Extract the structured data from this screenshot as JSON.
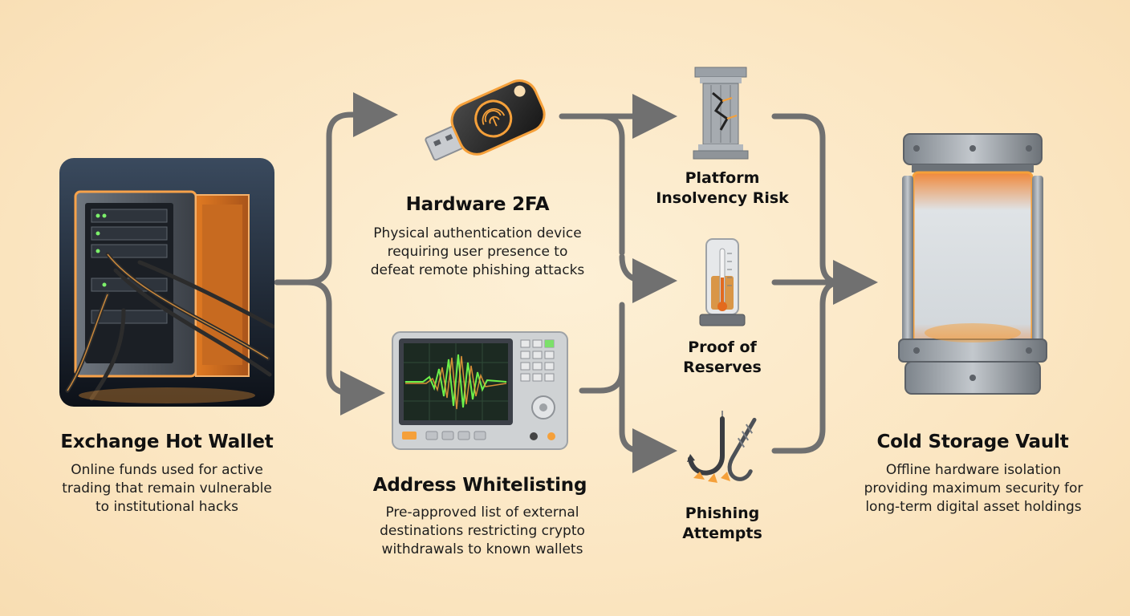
{
  "nodes": {
    "hot_wallet": {
      "title": "Exchange Hot Wallet",
      "description": "Online funds used for active trading that remain vulnerable to institutional hacks"
    },
    "hardware_2fa": {
      "title": "Hardware 2FA",
      "description": "Physical authentication device requiring user presence to defeat remote phishing attacks"
    },
    "address_whitelisting": {
      "title": "Address Whitelisting",
      "description": "Pre-approved list of external destinations restricting crypto withdrawals to known wallets"
    },
    "cold_storage": {
      "title": "Cold Storage Vault",
      "description": "Offline hardware isolation providing maximum security for long-term digital asset holdings"
    }
  },
  "risks": {
    "insolvency": {
      "label": "Platform Insolvency Risk"
    },
    "reserves": {
      "label": "Proof of Reserves"
    },
    "phishing": {
      "label": "Phishing Attempts"
    }
  },
  "colors": {
    "background": "#fbe6c2",
    "connector": "#707070",
    "glow": "#f5a03a",
    "text": "#141414"
  },
  "icons": {
    "hot_wallet": "server-rack-icon",
    "hardware_2fa": "usb-security-key-icon",
    "address_whitelisting": "oscilloscope-icon",
    "insolvency": "cracked-pillar-icon",
    "reserves": "thermometer-icon",
    "phishing": "fish-hook-icon",
    "cold_storage": "vault-cylinder-icon"
  }
}
